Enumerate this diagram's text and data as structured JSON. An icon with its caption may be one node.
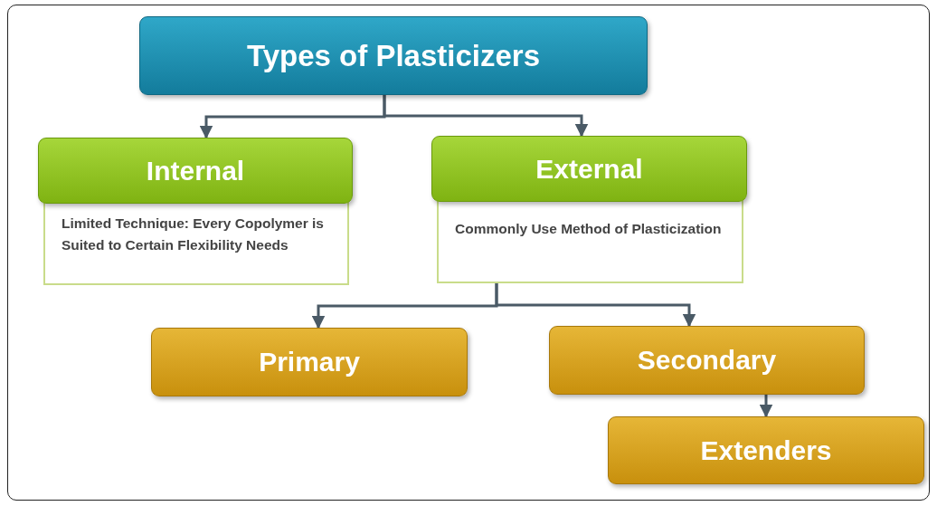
{
  "diagram": {
    "nodes": [
      {
        "text": [
          "Types of Plasticizers"
        ]
      },
      {
        "text": [
          "Internal",
          "Limited Technique: Every Copolymer is Suited to Certain Flexibility Needs"
        ]
      },
      {
        "text": [
          "External",
          "Commonly Use Method of Plasticization"
        ]
      },
      {
        "text": [
          "Primary"
        ]
      },
      {
        "text": [
          "Secondary"
        ]
      },
      {
        "text": [
          "Extenders"
        ]
      }
    ],
    "edges": [
      {
        "from": 0,
        "to": 1,
        "arrow": "to"
      },
      {
        "from": 0,
        "to": 2,
        "arrow": "to"
      },
      {
        "from": 2,
        "to": 3,
        "arrow": "to"
      },
      {
        "from": 2,
        "to": 4,
        "arrow": "to"
      },
      {
        "from": 4,
        "to": 5,
        "arrow": "to"
      }
    ]
  }
}
